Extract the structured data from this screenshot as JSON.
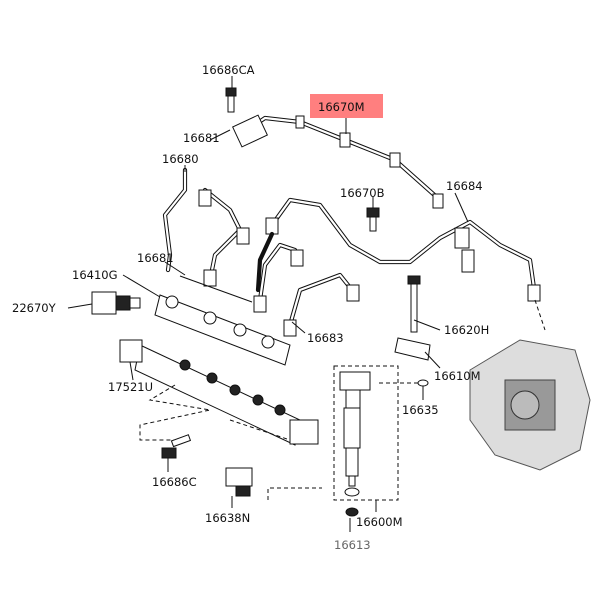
{
  "diagram": {
    "highlight_color": "#ff7f7f",
    "highlighted_part": "16670M",
    "labels": {
      "p16686CA": "16686CA",
      "p16670M": "16670M",
      "p16681a": "16681",
      "p16680": "16680",
      "p16670B": "16670B",
      "p16684": "16684",
      "p16681b": "16681",
      "p16410G": "16410G",
      "p22670Y": "22670Y",
      "p16683": "16683",
      "p16620H": "16620H",
      "p16610M": "16610M",
      "p17521U": "17521U",
      "p16635": "16635",
      "p16686C": "16686C",
      "p16638N": "16638N",
      "p16600M": "16600M",
      "p16613": "16613"
    }
  }
}
